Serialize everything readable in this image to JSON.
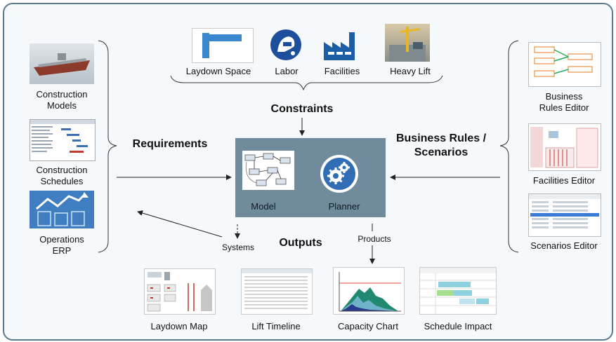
{
  "constraints": {
    "title": "Constraints",
    "items": [
      {
        "label": "Laydown Space"
      },
      {
        "label": "Labor"
      },
      {
        "label": "Facilities"
      },
      {
        "label": "Heavy Lift"
      }
    ]
  },
  "requirements": {
    "title": "Requirements",
    "items": [
      {
        "line1": "Construction",
        "line2": "Models"
      },
      {
        "line1": "Construction",
        "line2": "Schedules"
      },
      {
        "line1": "Operations",
        "line2": "ERP"
      }
    ]
  },
  "business_rules": {
    "title_line1": "Business Rules /",
    "title_line2": "Scenarios",
    "items": [
      {
        "line1": "Business",
        "line2": "Rules Editor"
      },
      {
        "line1": "Facilities Editor",
        "line2": ""
      },
      {
        "line1": "Scenarios Editor",
        "line2": ""
      }
    ]
  },
  "center": {
    "model_label": "Model",
    "planner_label": "Planner"
  },
  "outputs": {
    "title": "Outputs",
    "systems_label": "Systems",
    "products_label": "Products",
    "items": [
      {
        "label": "Laydown Map"
      },
      {
        "label": "Lift Timeline"
      },
      {
        "label": "Capacity Chart"
      },
      {
        "label": "Schedule Impact"
      }
    ]
  },
  "colors": {
    "center_box": "#6f8b9c",
    "frame_border": "#5b7a8c",
    "erp_blue": "#3f7fc1",
    "labor_blue": "#1d4f9c",
    "factory_blue": "#1b5da6",
    "planner_blue": "#2f6db5"
  },
  "icons": [
    "ship-model-icon",
    "gantt-schedule-icon",
    "erp-chart-icon",
    "laydown-space-icon",
    "welder-icon",
    "factory-icon",
    "crane-photo-icon",
    "flow-model-icon",
    "gears-icon"
  ]
}
